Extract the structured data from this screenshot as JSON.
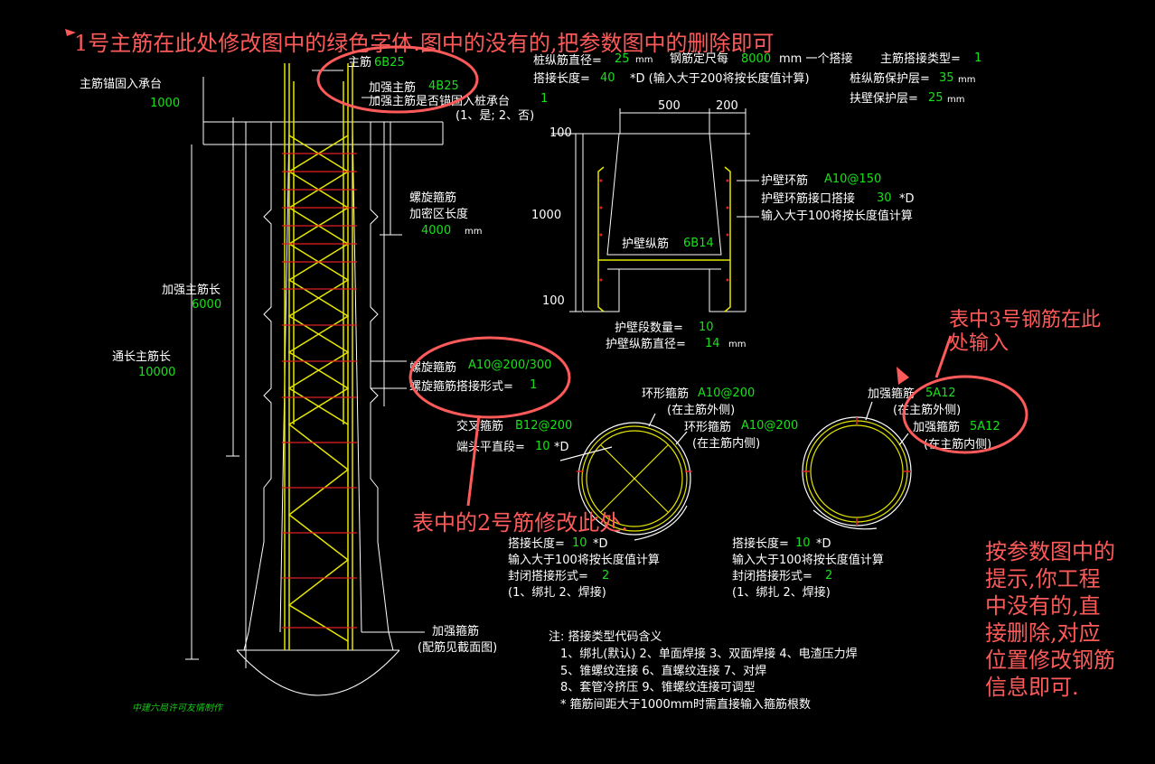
{
  "annotations": {
    "top_note": "1号主筋在此处修改图中的绿色字体.图中的没有的,把参数图中的删除即可",
    "note_2": "表中的2号筋修改此处.",
    "note_3_line1": "表中3号钢筋在此",
    "note_3_line2": "处输入",
    "right_note": [
      "按参数图中的",
      "提示,你工程",
      "中没有的,直",
      "接删除,对应",
      "位置修改钢筋",
      "信息即可."
    ]
  },
  "pile": {
    "anchor_label": "主筋锚固入承台",
    "anchor_value": "1000",
    "main_bar_label": "主筋",
    "main_bar_value": "6B25",
    "reinforce_bar_label": "加强主筋",
    "reinforce_bar_value": "4B25",
    "anchor_q_label": "加强主筋是否锚固入桩承台",
    "anchor_q_value": "1",
    "anchor_q_options": "(1、是; 2、否)",
    "spiral_label": "螺旋箍筋",
    "dense_len_label": "加密区长度",
    "dense_len_value": "4000",
    "dense_len_unit": "mm",
    "reinforce_len_label": "加强主筋长",
    "reinforce_len_value": "6000",
    "full_len_label": "通长主筋长",
    "full_len_value": "10000",
    "spiral_bar_label": "螺旋箍筋",
    "spiral_bar_value": "A10@200/300",
    "spiral_lap_label": "螺旋箍筋搭接形式=",
    "spiral_lap_value": "1",
    "stiff_label": "加强箍筋",
    "stiff_note": "(配筋见截面图)"
  },
  "params": {
    "dia_label": "桩纵筋直径=",
    "dia_value": "25",
    "dia_unit": "mm",
    "fixed_len_label": "钢筋定尺每",
    "fixed_len_value": "8000",
    "fixed_len_unit": "mm 一个搭接",
    "lap_type_label": "主筋搭接类型=",
    "lap_type_value": "1",
    "lap_len_label": "搭接长度=",
    "lap_len_value": "40",
    "lap_len_note": "*D (输入大于200将按长度值计算)",
    "cover_label": "桩纵筋保护层=",
    "cover_value": "35",
    "cover_unit": "mm",
    "wall_cover_label": "扶壁保护层=",
    "wall_cover_value": "25",
    "wall_cover_unit": "mm"
  },
  "wall": {
    "dim_500": "500",
    "dim_200": "200",
    "dim_100_top": "100",
    "dim_1000": "1000",
    "dim_100_bottom": "100",
    "ring_label": "护壁环筋",
    "ring_value": "A10@150",
    "ring_lap_label": "护壁环筋接口搭接",
    "ring_lap_value": "30",
    "ring_lap_unit": "*D",
    "ring_lap_note": "输入大于100将按长度值计算",
    "long_label": "护壁纵筋",
    "long_value": "6B14",
    "seg_count_label": "护壁段数量=",
    "seg_count_value": "10",
    "long_dia_label": "护壁纵筋直径=",
    "long_dia_value": "14",
    "long_dia_unit": "mm"
  },
  "section1": {
    "outer_label": "环形箍筋",
    "outer_value": "A10@200",
    "outer_note": "(在主筋外侧)",
    "inner_label": "环形箍筋",
    "inner_value": "A10@200",
    "inner_note": "(在主筋内侧)",
    "cross_label": "交叉箍筋",
    "cross_value": "B12@200",
    "end_label": "端头平直段=",
    "end_value": "10",
    "end_unit": "*D",
    "lap_label": "搭接长度=",
    "lap_value": "10",
    "lap_unit": "*D",
    "lap_note": "输入大于100将按长度值计算",
    "close_label": "封闭搭接形式=",
    "close_value": "2",
    "close_options": "(1、绑扎  2、焊接)"
  },
  "section2": {
    "outer_label": "加强箍筋",
    "outer_value": "5A12",
    "outer_note": "(在主筋外侧)",
    "inner_label": "加强箍筋",
    "inner_value": "5A12",
    "inner_note": "(在主筋内侧)",
    "lap_label": "搭接长度=",
    "lap_value": "10",
    "lap_unit": "*D",
    "lap_note": "输入大于100将按长度值计算",
    "close_label": "封闭搭接形式=",
    "close_value": "2",
    "close_options": "(1、绑扎  2、焊接)"
  },
  "legend": {
    "title": "注: 搭接类型代码含义",
    "line1": "1、绑扎(默认)   2、单面焊接   3、双面焊接   4、电渣压力焊",
    "line2": "5、锥螺纹连接   6、直螺纹连接   7、对焊",
    "line3": "8、套管冷挤压   9、锥螺纹连接可调型",
    "line4": "* 箍筋间距大于1000mm时需直接输入箍筋根数"
  },
  "credit": "中建六局许可友情制作",
  "colors": {
    "background": "#000000",
    "line": "#ffffff",
    "value": "#19e019",
    "rebar": "#e6e600",
    "stirrup": "#e02020",
    "annotation": "#ff5a5a"
  }
}
